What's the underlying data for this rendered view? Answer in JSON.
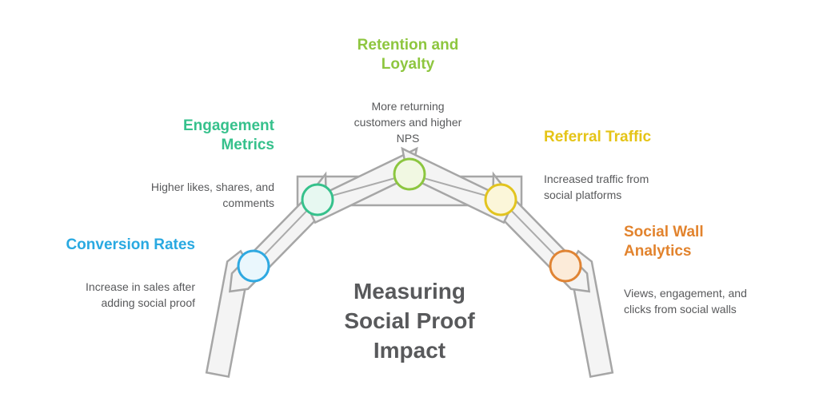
{
  "canvas": {
    "background": "#ffffff"
  },
  "center_title": {
    "text": "Measuring\nSocial Proof\nImpact",
    "color": "#58595B"
  },
  "colors": {
    "body_text": "#58595B"
  },
  "diagram": {
    "ribbon_fill": "#F4F4F4",
    "ribbon_stroke": "#A6A6A6",
    "connector_color": "#ABABAB"
  },
  "items": [
    {
      "key": "conversion-rates",
      "title": "Conversion Rates",
      "description": "Increase in sales after\nadding social proof",
      "title_color": "#29A9E1",
      "circle_stroke": "#2FA9E1",
      "circle_fill": "#EAF7FD"
    },
    {
      "key": "engagement-metrics",
      "title": "Engagement\nMetrics",
      "description": "Higher likes, shares, and\ncomments",
      "title_color": "#36C18C",
      "circle_stroke": "#36C18C",
      "circle_fill": "#E7F8F1"
    },
    {
      "key": "retention-and-loyalty",
      "title": "Retention and\nLoyalty",
      "description": "More returning\ncustomers and higher\nNPS",
      "title_color": "#8EC63F",
      "circle_stroke": "#8CC63F",
      "circle_fill": "#F1F8E2"
    },
    {
      "key": "referral-traffic",
      "title": "Referral Traffic",
      "description": "Increased traffic from\nsocial platforms",
      "title_color": "#E5C417",
      "circle_stroke": "#E2C41F",
      "circle_fill": "#FBF6D9"
    },
    {
      "key": "social-wall-analytics",
      "title": "Social Wall\nAnalytics",
      "description": "Views, engagement, and\nclicks from social walls",
      "title_color": "#E2832D",
      "circle_stroke": "#E08434",
      "circle_fill": "#FCEBD9"
    }
  ]
}
